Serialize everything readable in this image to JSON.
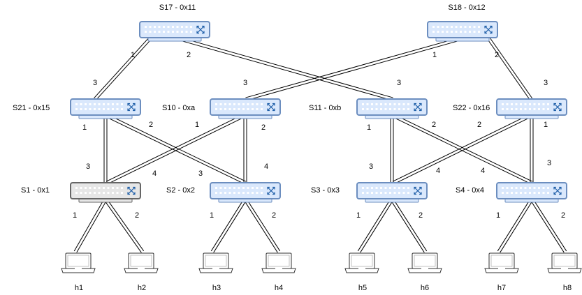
{
  "colors": {
    "link": "#000000",
    "switch_fill": "#dae8fc",
    "switch_stroke": "#6c8ebf",
    "switch_selected_fill": "#e6e6e6",
    "switch_selected_stroke": "#666666",
    "host_stroke": "#333333"
  },
  "icons": {
    "switch": "network-switch-icon",
    "host": "laptop-icon"
  },
  "nodes": {
    "s17": {
      "label": "S17 - 0x11",
      "type": "switch"
    },
    "s18": {
      "label": "S18 - 0x12",
      "type": "switch"
    },
    "s21": {
      "label": "S21 - 0x15",
      "type": "switch"
    },
    "s10": {
      "label": "S10 - 0xa",
      "type": "switch"
    },
    "s11": {
      "label": "S11 - 0xb",
      "type": "switch"
    },
    "s22": {
      "label": "S22 - 0x16",
      "type": "switch"
    },
    "s1": {
      "label": "S1 - 0x1",
      "type": "switch",
      "selected": true
    },
    "s2": {
      "label": "S2 - 0x2",
      "type": "switch"
    },
    "s3": {
      "label": "S3 - 0x3",
      "type": "switch"
    },
    "s4": {
      "label": "S4 - 0x4",
      "type": "switch"
    },
    "h1": {
      "label": "h1",
      "type": "host"
    },
    "h2": {
      "label": "h2",
      "type": "host"
    },
    "h3": {
      "label": "h3",
      "type": "host"
    },
    "h4": {
      "label": "h4",
      "type": "host"
    },
    "h5": {
      "label": "h5",
      "type": "host"
    },
    "h6": {
      "label": "h6",
      "type": "host"
    },
    "h7": {
      "label": "h7",
      "type": "host"
    },
    "h8": {
      "label": "h8",
      "type": "host"
    }
  },
  "links": [
    {
      "id": "s17-s21",
      "from": "s17",
      "to": "s21",
      "from_port": "1",
      "to_port": "3"
    },
    {
      "id": "s17-s11",
      "from": "s17",
      "to": "s11",
      "from_port": "2",
      "to_port": "3"
    },
    {
      "id": "s18-s10",
      "from": "s18",
      "to": "s10",
      "from_port": "1",
      "to_port": "3"
    },
    {
      "id": "s18-s22",
      "from": "s18",
      "to": "s22",
      "from_port": "2",
      "to_port": "3"
    },
    {
      "id": "s21-s1",
      "from": "s21",
      "to": "s1",
      "from_port": "1",
      "to_port": "3"
    },
    {
      "id": "s21-s2",
      "from": "s21",
      "to": "s2",
      "from_port": "2",
      "to_port": "3"
    },
    {
      "id": "s10-s1",
      "from": "s10",
      "to": "s1",
      "from_port": "1",
      "to_port": "4"
    },
    {
      "id": "s10-s2",
      "from": "s10",
      "to": "s2",
      "from_port": "2",
      "to_port": "4"
    },
    {
      "id": "s11-s3",
      "from": "s11",
      "to": "s3",
      "from_port": "1",
      "to_port": "3"
    },
    {
      "id": "s11-s4",
      "from": "s11",
      "to": "s4",
      "from_port": "2",
      "to_port": "4"
    },
    {
      "id": "s22-s3",
      "from": "s22",
      "to": "s3",
      "from_port": "2",
      "to_port": "4"
    },
    {
      "id": "s22-s4",
      "from": "s22",
      "to": "s4",
      "from_port": "1",
      "to_port": "3"
    },
    {
      "id": "s1-h1",
      "from": "s1",
      "to": "h1",
      "from_port": "1"
    },
    {
      "id": "s1-h2",
      "from": "s1",
      "to": "h2",
      "from_port": "2"
    },
    {
      "id": "s2-h3",
      "from": "s2",
      "to": "h3",
      "from_port": "1"
    },
    {
      "id": "s2-h4",
      "from": "s2",
      "to": "h4",
      "from_port": "2"
    },
    {
      "id": "s3-h5",
      "from": "s3",
      "to": "h5",
      "from_port": "1"
    },
    {
      "id": "s3-h6",
      "from": "s3",
      "to": "h6",
      "from_port": "2"
    },
    {
      "id": "s4-h7",
      "from": "s4",
      "to": "h7",
      "from_port": "1"
    },
    {
      "id": "s4-h8",
      "from": "s4",
      "to": "h8",
      "from_port": "2"
    }
  ]
}
